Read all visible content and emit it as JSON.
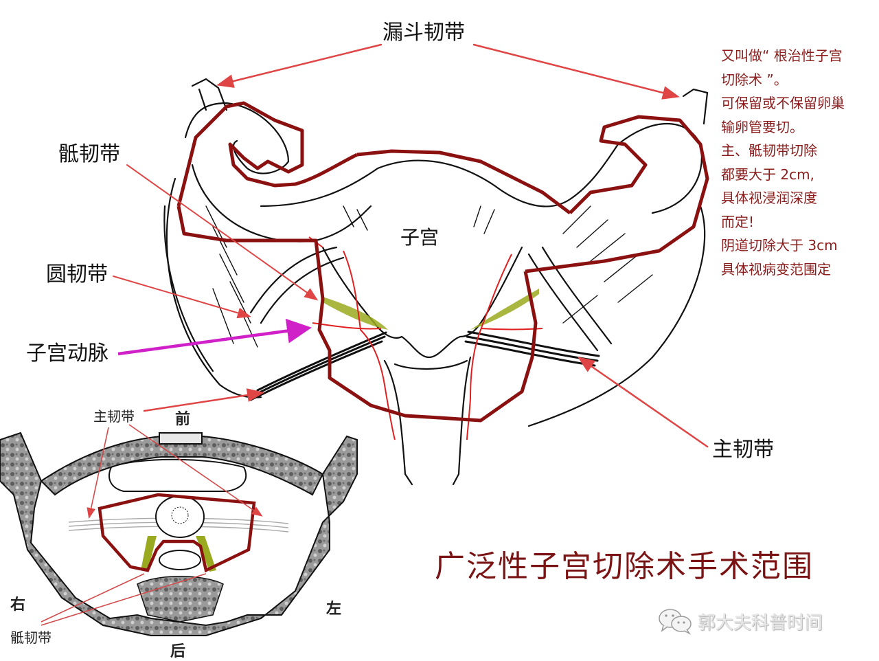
{
  "diagram": {
    "title": "广泛性子宫切除术手术范围",
    "colors": {
      "resection_outline": "#8b1111",
      "pointer_arrow": "#e04545",
      "artery_arrow": "#d020c8",
      "ligament_highlight": "#9aaa20",
      "vessel": "#e02020",
      "note_text": "#8a1c1c",
      "title_text": "#7a1414",
      "bone_fill": "#8a8a8a"
    },
    "main_labels": {
      "infundibulopelvic": "漏斗韧带",
      "uterosacral": "骶韧带",
      "uterus": "子宫",
      "round": "圆韧带",
      "uterine_artery": "子宫动脉",
      "cardinal": "主韧带"
    },
    "notes": [
      "又叫做“ 根治性子宫",
      "切除术 ”。",
      "可保留或不保留卵巢",
      "输卵管要切。",
      "主、骶韧带切除",
      "都要大于 2cm,",
      "具体视浸润深度",
      "而定!",
      "阴道切除大于 3cm",
      "具体视病变范围定"
    ],
    "inset": {
      "cardinal_label": "主韧带",
      "uterosacral_label": "骶韧带",
      "front": "前",
      "back": "后",
      "right": "右",
      "left": "左"
    },
    "watermark": {
      "icon": "wechat-icon",
      "text": "郭大夫科普时间"
    }
  }
}
